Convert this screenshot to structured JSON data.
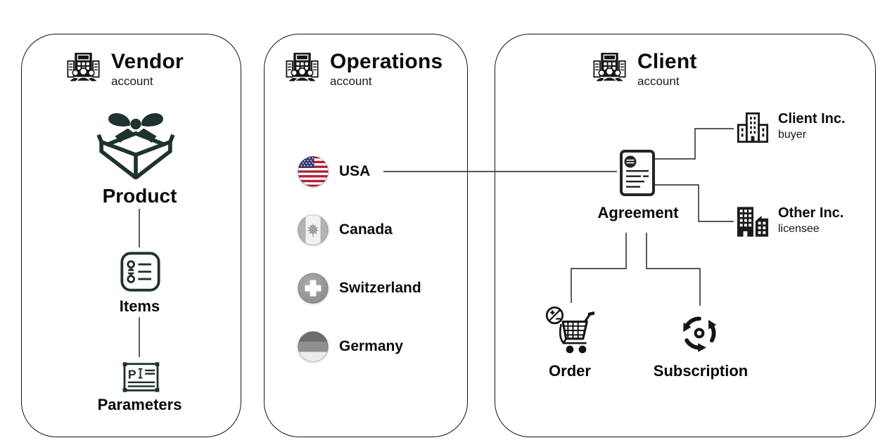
{
  "panels": {
    "vendor": {
      "title": "Vendor",
      "subtitle": "account"
    },
    "operations": {
      "title": "Operations",
      "subtitle": "account"
    },
    "client": {
      "title": "Client",
      "subtitle": "account"
    }
  },
  "vendor": {
    "product_label": "Product",
    "items_label": "Items",
    "parameters_label": "Parameters"
  },
  "operations": {
    "countries": [
      {
        "label": "USA",
        "flag": "usa-flag",
        "state": "active"
      },
      {
        "label": "Canada",
        "flag": "canada-flag",
        "state": "inactive"
      },
      {
        "label": "Switzerland",
        "flag": "switzerland-flag",
        "state": "inactive"
      },
      {
        "label": "Germany",
        "flag": "germany-flag",
        "state": "inactive"
      }
    ]
  },
  "client": {
    "agreement_label": "Agreement",
    "companies": [
      {
        "name": "Client Inc.",
        "role": "buyer"
      },
      {
        "name": "Other Inc.",
        "role": "licensee"
      }
    ],
    "order_label": "Order",
    "subscription_label": "Subscription"
  },
  "icons": {
    "account": "organization-people-icon",
    "product": "gift-box-icon",
    "items": "checklist-icon",
    "parameters": "form-parameters-icon",
    "agreement": "contract-document-icon",
    "client_inc": "office-building-outline-icon",
    "other_inc": "office-buildings-solid-icon",
    "order": "shopping-cart-icon",
    "subscription": "cycle-arrows-icon"
  },
  "colors": {
    "panel_border": "#141414",
    "accent_dark_teal": "#1e322f",
    "icon_black": "#141414",
    "connector": "#404040",
    "usa_red": "#b22234",
    "usa_blue": "#3c3b6e",
    "inactive_gray": "#9e9e9e"
  }
}
